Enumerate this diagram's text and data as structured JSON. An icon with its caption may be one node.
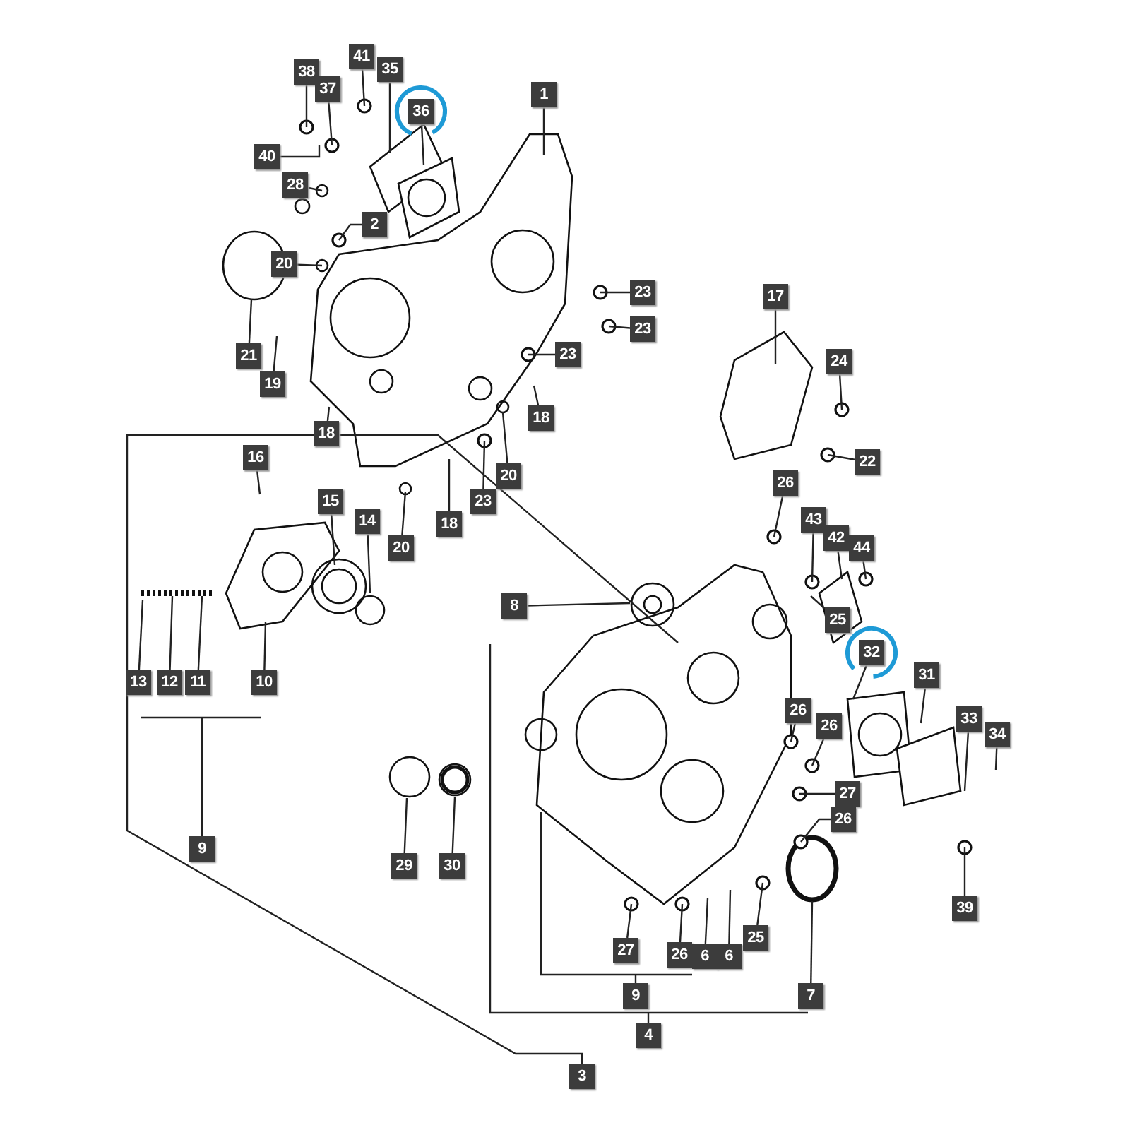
{
  "diagram": {
    "nodes": [
      {
        "text": [
          "38"
        ]
      },
      {
        "text": [
          "41"
        ]
      },
      {
        "text": [
          "35"
        ]
      },
      {
        "text": [
          "37"
        ]
      },
      {
        "text": [
          "36"
        ]
      },
      {
        "text": [
          "1"
        ]
      },
      {
        "text": [
          "40"
        ]
      },
      {
        "text": [
          "28"
        ]
      },
      {
        "text": [
          "2"
        ]
      },
      {
        "text": [
          "20"
        ]
      },
      {
        "text": [
          "23"
        ]
      },
      {
        "text": [
          "23"
        ]
      },
      {
        "text": [
          "21"
        ]
      },
      {
        "text": [
          "19"
        ]
      },
      {
        "text": [
          "23"
        ]
      },
      {
        "text": [
          "18"
        ]
      },
      {
        "text": [
          "18"
        ]
      },
      {
        "text": [
          "23"
        ]
      },
      {
        "text": [
          "20"
        ]
      },
      {
        "text": [
          "18"
        ]
      },
      {
        "text": [
          "20"
        ]
      },
      {
        "text": [
          "17"
        ]
      },
      {
        "text": [
          "24"
        ]
      },
      {
        "text": [
          "22"
        ]
      },
      {
        "text": [
          "16"
        ]
      },
      {
        "text": [
          "15"
        ]
      },
      {
        "text": [
          "14"
        ]
      },
      {
        "text": [
          "26"
        ]
      },
      {
        "text": [
          "43"
        ]
      },
      {
        "text": [
          "42"
        ]
      },
      {
        "text": [
          "44"
        ]
      },
      {
        "text": [
          "8"
        ]
      },
      {
        "text": [
          "25"
        ]
      },
      {
        "text": [
          "32"
        ]
      },
      {
        "text": [
          "31"
        ]
      },
      {
        "text": [
          "13"
        ]
      },
      {
        "text": [
          "12"
        ]
      },
      {
        "text": [
          "11"
        ]
      },
      {
        "text": [
          "10"
        ]
      },
      {
        "text": [
          "26"
        ]
      },
      {
        "text": [
          "26"
        ]
      },
      {
        "text": [
          "33"
        ]
      },
      {
        "text": [
          "34"
        ]
      },
      {
        "text": [
          "27"
        ]
      },
      {
        "text": [
          "26"
        ]
      },
      {
        "text": [
          "9"
        ]
      },
      {
        "text": [
          "29"
        ]
      },
      {
        "text": [
          "30"
        ]
      },
      {
        "text": [
          "39"
        ]
      },
      {
        "text": [
          "27"
        ]
      },
      {
        "text": [
          "26"
        ]
      },
      {
        "text": [
          "6"
        ]
      },
      {
        "text": [
          "6"
        ]
      },
      {
        "text": [
          "25"
        ]
      },
      {
        "text": [
          "9"
        ]
      },
      {
        "text": [
          "7"
        ]
      },
      {
        "text": [
          "4"
        ]
      },
      {
        "text": [
          "3"
        ]
      }
    ],
    "edges": [
      {
        "from": 0,
        "to": null,
        "arrow": "none"
      },
      {
        "from": 1,
        "to": null,
        "arrow": "none"
      },
      {
        "from": 2,
        "to": null,
        "arrow": "none"
      },
      {
        "from": 3,
        "to": null,
        "arrow": "none"
      },
      {
        "from": 4,
        "to": null,
        "arrow": "none"
      },
      {
        "from": 5,
        "to": null,
        "arrow": "none"
      },
      {
        "from": 6,
        "to": null,
        "arrow": "none"
      },
      {
        "from": 7,
        "to": null,
        "arrow": "none"
      },
      {
        "from": 8,
        "to": null,
        "arrow": "none"
      },
      {
        "from": 9,
        "to": null,
        "arrow": "none"
      },
      {
        "from": 10,
        "to": null,
        "arrow": "none"
      },
      {
        "from": 11,
        "to": null,
        "arrow": "none"
      },
      {
        "from": 12,
        "to": null,
        "arrow": "none"
      },
      {
        "from": 13,
        "to": null,
        "arrow": "none"
      },
      {
        "from": 14,
        "to": null,
        "arrow": "none"
      },
      {
        "from": 15,
        "to": null,
        "arrow": "none"
      },
      {
        "from": 16,
        "to": null,
        "arrow": "none"
      },
      {
        "from": 17,
        "to": null,
        "arrow": "none"
      },
      {
        "from": 18,
        "to": null,
        "arrow": "none"
      },
      {
        "from": 19,
        "to": null,
        "arrow": "none"
      },
      {
        "from": 20,
        "to": null,
        "arrow": "none"
      },
      {
        "from": 21,
        "to": null,
        "arrow": "none"
      },
      {
        "from": 22,
        "to": null,
        "arrow": "none"
      },
      {
        "from": 23,
        "to": null,
        "arrow": "none"
      },
      {
        "from": 24,
        "to": null,
        "arrow": "none"
      },
      {
        "from": 25,
        "to": null,
        "arrow": "none"
      },
      {
        "from": 26,
        "to": null,
        "arrow": "none"
      },
      {
        "from": 27,
        "to": null,
        "arrow": "none"
      },
      {
        "from": 28,
        "to": null,
        "arrow": "none"
      },
      {
        "from": 29,
        "to": null,
        "arrow": "none"
      },
      {
        "from": 30,
        "to": null,
        "arrow": "none"
      },
      {
        "from": 31,
        "to": null,
        "arrow": "none"
      },
      {
        "from": 32,
        "to": null,
        "arrow": "none"
      },
      {
        "from": 33,
        "to": null,
        "arrow": "none"
      },
      {
        "from": 34,
        "to": null,
        "arrow": "none"
      },
      {
        "from": 35,
        "to": null,
        "arrow": "none"
      },
      {
        "from": 36,
        "to": null,
        "arrow": "none"
      },
      {
        "from": 37,
        "to": null,
        "arrow": "none"
      },
      {
        "from": 38,
        "to": null,
        "arrow": "none"
      },
      {
        "from": 39,
        "to": null,
        "arrow": "none"
      },
      {
        "from": 40,
        "to": null,
        "arrow": "none"
      },
      {
        "from": 41,
        "to": null,
        "arrow": "none"
      },
      {
        "from": 42,
        "to": null,
        "arrow": "none"
      },
      {
        "from": 43,
        "to": null,
        "arrow": "none"
      },
      {
        "from": 44,
        "to": null,
        "arrow": "none"
      },
      {
        "from": 45,
        "to": null,
        "arrow": "none"
      },
      {
        "from": 46,
        "to": null,
        "arrow": "none"
      },
      {
        "from": 47,
        "to": null,
        "arrow": "none"
      },
      {
        "from": 48,
        "to": null,
        "arrow": "none"
      },
      {
        "from": 49,
        "to": null,
        "arrow": "none"
      },
      {
        "from": 50,
        "to": null,
        "arrow": "none"
      },
      {
        "from": 51,
        "to": null,
        "arrow": "none"
      },
      {
        "from": 52,
        "to": null,
        "arrow": "none"
      },
      {
        "from": 53,
        "to": null,
        "arrow": "none"
      },
      {
        "from": 54,
        "to": null,
        "arrow": "none"
      },
      {
        "from": 55,
        "to": null,
        "arrow": "none"
      },
      {
        "from": 56,
        "to": null,
        "arrow": "none"
      },
      {
        "from": 57,
        "to": null,
        "arrow": "none"
      }
    ]
  }
}
